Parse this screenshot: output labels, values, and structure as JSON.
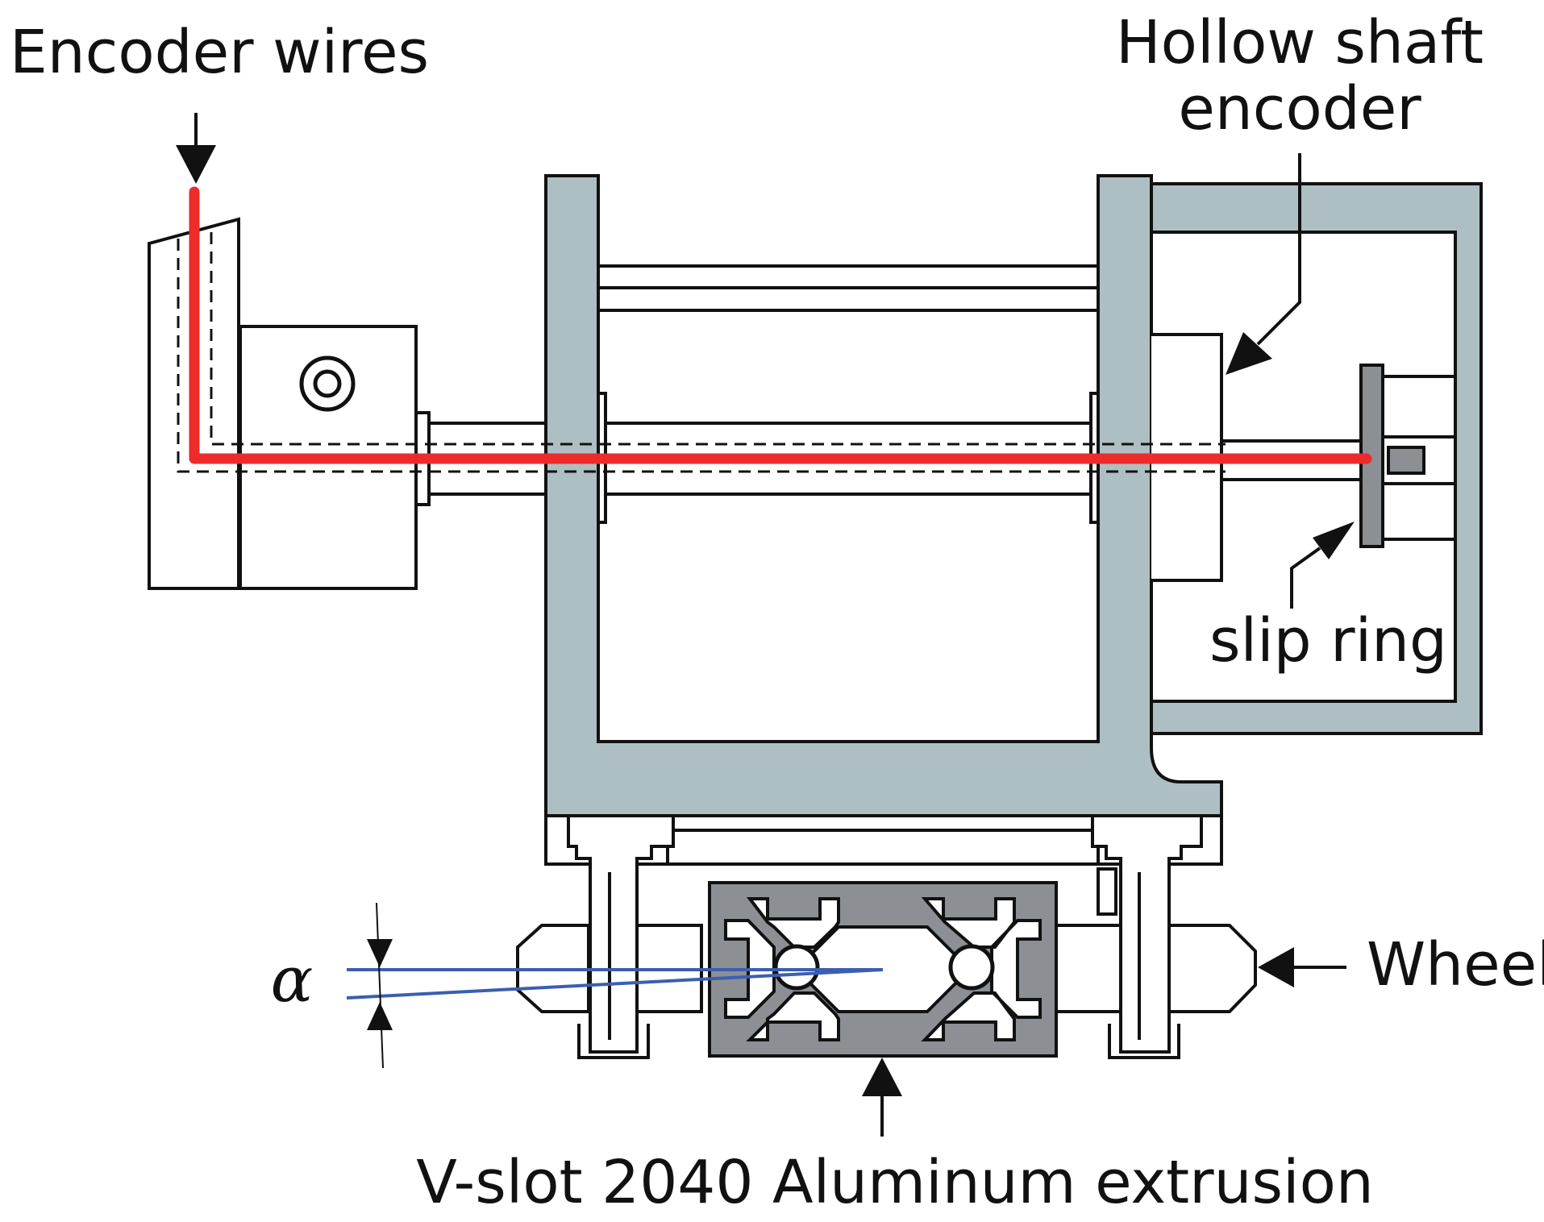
{
  "labels": {
    "encoder_wires": "Encoder wires",
    "hollow_shaft_encoder_line1": "Hollow shaft",
    "hollow_shaft_encoder_line2": "encoder",
    "slip_ring": "slip ring",
    "wheel": "Wheel",
    "extrusion": "V-slot 2040 Aluminum extrusion",
    "angle_symbol": "α"
  },
  "colors": {
    "frame_fill": "#adbfc2",
    "extrusion_fill": "#8c8f93",
    "wire": "#ee2b2b",
    "angle_lines": "#3a5fb0",
    "outline": "#111111"
  }
}
